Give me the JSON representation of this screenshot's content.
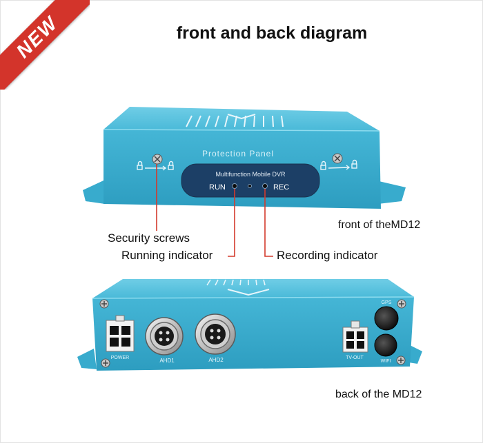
{
  "badge": "NEW",
  "title": "front and back diagram",
  "front": {
    "caption": "front of theMD12",
    "panel_text": "Protection Panel",
    "window_title": "Multifunction Mobile DVR",
    "run_label": "RUN",
    "rec_label": "REC"
  },
  "callouts": {
    "security_screws": "Security screws",
    "running_indicator": "Running indicator",
    "recording_indicator": "Recording indicator"
  },
  "back": {
    "caption": "back of the MD12",
    "ports": {
      "power": "POWER",
      "ahd1": "AHD1",
      "ahd2": "AHD2",
      "tv_out": "TV-OUT",
      "gps": "GPS",
      "wifi": "WIFI"
    }
  },
  "colors": {
    "device_body": "#3db3d4",
    "device_dark": "#2b93b3",
    "badge_red": "#d3342b",
    "callout_line": "#d33a2c"
  }
}
